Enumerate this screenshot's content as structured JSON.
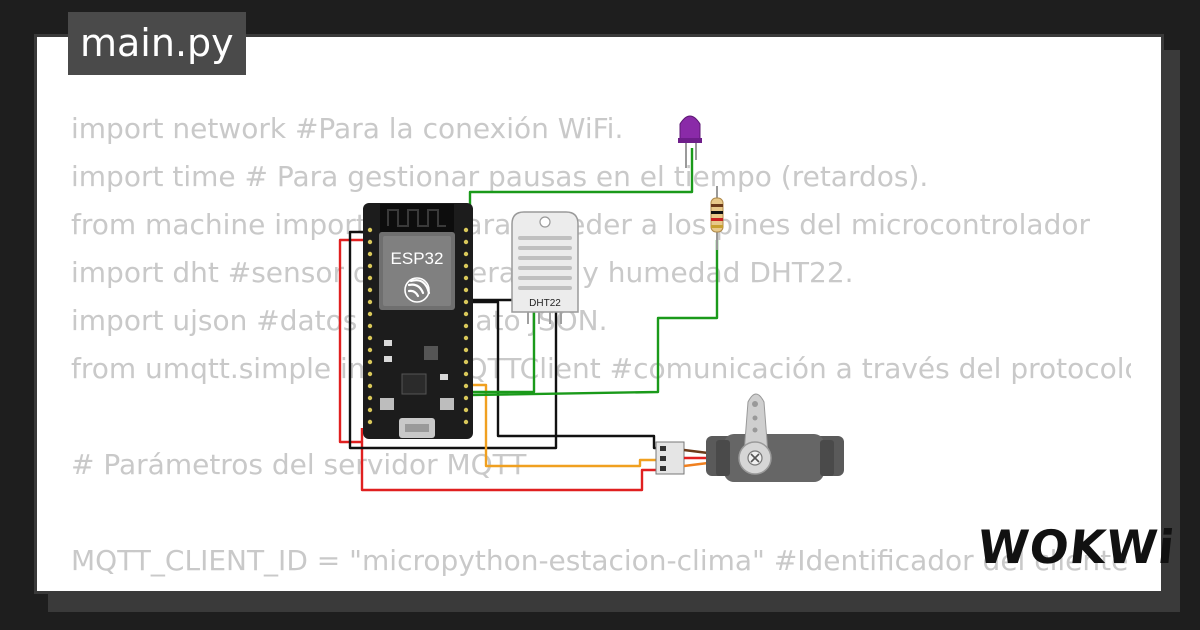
{
  "file_tab": {
    "label": "main.py"
  },
  "code_lines": [
    "import network #Para la conexión WiFi.",
    "import time # Para gestionar pausas en el tiempo (retardos).",
    "from machine import Pin #Para acceder a los pines del microcontrolador",
    "import dht #sensor de temperatura y humedad DHT22.",
    "import ujson #datos en formato JSON.",
    "from umqtt.simple import MQTTClient #comunicación a través del protocolo MQTT",
    "",
    "# Parámetros del servidor MQTT",
    "",
    "MQTT_CLIENT_ID = \"micropython-estacion-clima\" #Identificador del cliente"
  ],
  "components": {
    "esp32_label": "ESP32",
    "dht22_label": "DHT22"
  },
  "brand": {
    "logo_text": "WOKWi"
  },
  "colors": {
    "background": "#1e1e1e",
    "card": "#ffffff",
    "code_text": "#c9c9c9",
    "wire_red": "#e02020",
    "wire_black": "#111111",
    "wire_green": "#1a9a1a",
    "wire_orange": "#f0a020",
    "led_purple": "#8a2aa8"
  },
  "icons": {
    "esp32_logo": "espressif-icon",
    "led": "led-icon",
    "resistor": "resistor-icon",
    "servo": "servo-motor-icon",
    "dht22": "dht22-sensor-icon"
  }
}
